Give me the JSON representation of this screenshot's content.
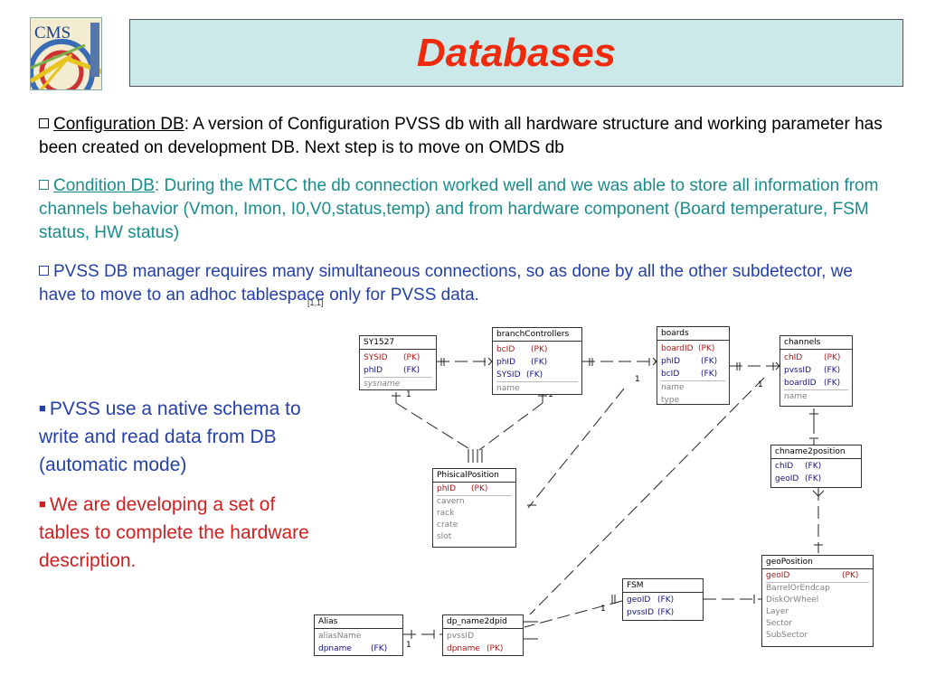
{
  "header": {
    "title": "Databases",
    "logo_text": "CMS"
  },
  "paragraphs": {
    "p1": {
      "link": "Configuration DB",
      "text": ": A version of Configuration PVSS db with all hardware structure and working parameter has been created on development DB. Next step is to move on OMDS db"
    },
    "p2": {
      "link": "Condition DB",
      "text": ": During the MTCC the db connection worked well and we was able to store all information from channels behavior (Vmon, Imon, I0,V0,status,temp) and from hardware component (Board temperature, FSM status, HW status)"
    },
    "p3": {
      "text": "PVSS DB manager requires many simultaneous connections, so as done by all the other subdetector, we have to move to an adhoc tablespace only for PVSS data."
    },
    "ref": "[1,1]"
  },
  "bullets": [
    {
      "text": "PVSS use a native schema to write and read data from DB (automatic mode)"
    },
    {
      "text": "We are developing a set of tables to complete the hardware description."
    }
  ],
  "diagram": {
    "entities": {
      "sy1527": {
        "name": "SY1527",
        "rows": [
          {
            "field": "SYSID",
            "tag": "(PK)",
            "kind": "pk"
          },
          {
            "field": "phID",
            "tag": "(FK)",
            "kind": "fk"
          },
          {
            "field": "sysname",
            "tag": "",
            "kind": "plain"
          }
        ]
      },
      "branch": {
        "name": "branchControllers",
        "rows": [
          {
            "field": "bcID",
            "tag": "(PK)",
            "kind": "pk"
          },
          {
            "field": "phID",
            "tag": "(FK)",
            "kind": "fk"
          },
          {
            "field": "SYSID",
            "tag": "(FK)",
            "kind": "fk"
          },
          {
            "field": "name",
            "tag": "",
            "kind": "plain"
          }
        ]
      },
      "boards": {
        "name": "boards",
        "rows": [
          {
            "field": "boardID",
            "tag": "(PK)",
            "kind": "pk"
          },
          {
            "field": "phID",
            "tag": "(FK)",
            "kind": "fk"
          },
          {
            "field": "bcID",
            "tag": "(FK)",
            "kind": "fk"
          },
          {
            "field": "name",
            "tag": "",
            "kind": "plain"
          },
          {
            "field": "type",
            "tag": "",
            "kind": "plain"
          }
        ]
      },
      "channels": {
        "name": "channels",
        "rows": [
          {
            "field": "chID",
            "tag": "(PK)",
            "kind": "pk"
          },
          {
            "field": "pvssID",
            "tag": "(FK)",
            "kind": "fk"
          },
          {
            "field": "boardID",
            "tag": "(FK)",
            "kind": "fk"
          },
          {
            "field": "name",
            "tag": "",
            "kind": "plain"
          }
        ]
      },
      "phisical": {
        "name": "PhisicalPosition",
        "rows": [
          {
            "field": "phID",
            "tag": "(PK)",
            "kind": "pk"
          },
          {
            "field": "cavern",
            "tag": "",
            "kind": "plain"
          },
          {
            "field": "rack",
            "tag": "",
            "kind": "plain"
          },
          {
            "field": "crate",
            "tag": "",
            "kind": "plain"
          },
          {
            "field": "slot",
            "tag": "",
            "kind": "plain"
          }
        ]
      },
      "chname2position": {
        "name": "chname2position",
        "rows": [
          {
            "field": "chID",
            "tag": "(FK)",
            "kind": "fk"
          },
          {
            "field": "geoID",
            "tag": "(FK)",
            "kind": "fk"
          }
        ]
      },
      "geoposition": {
        "name": "geoPosition",
        "rows": [
          {
            "field": "geoID",
            "tag": "(PK)",
            "kind": "pk"
          },
          {
            "field": "BarrelOrEndcap",
            "tag": "",
            "kind": "plain"
          },
          {
            "field": "DiskOrWheel",
            "tag": "",
            "kind": "plain"
          },
          {
            "field": "Layer",
            "tag": "",
            "kind": "plain"
          },
          {
            "field": "Sector",
            "tag": "",
            "kind": "plain"
          },
          {
            "field": "SubSector",
            "tag": "",
            "kind": "plain"
          }
        ]
      },
      "fsm": {
        "name": "FSM",
        "rows": [
          {
            "field": "geoID",
            "tag": "(FK)",
            "kind": "fk"
          },
          {
            "field": "pvssID",
            "tag": "(FK)",
            "kind": "fk"
          }
        ]
      },
      "alias": {
        "name": "Alias",
        "rows": [
          {
            "field": "aliasName",
            "tag": "",
            "kind": "plain"
          },
          {
            "field": "dpname",
            "tag": "(FK)",
            "kind": "fk"
          }
        ]
      },
      "dpname2dpid": {
        "name": "dp_name2dpid",
        "rows": [
          {
            "field": "pvssID",
            "tag": "",
            "kind": "plain"
          },
          {
            "field": "dpname",
            "tag": "(PK)",
            "kind": "pk"
          }
        ]
      }
    },
    "cardinality": "1",
    "colors": {
      "pk": "#b01818",
      "fk": "#14148a",
      "plain": "#808080",
      "title": "#ee2a0c",
      "header_bg": "#cce9ea"
    }
  }
}
